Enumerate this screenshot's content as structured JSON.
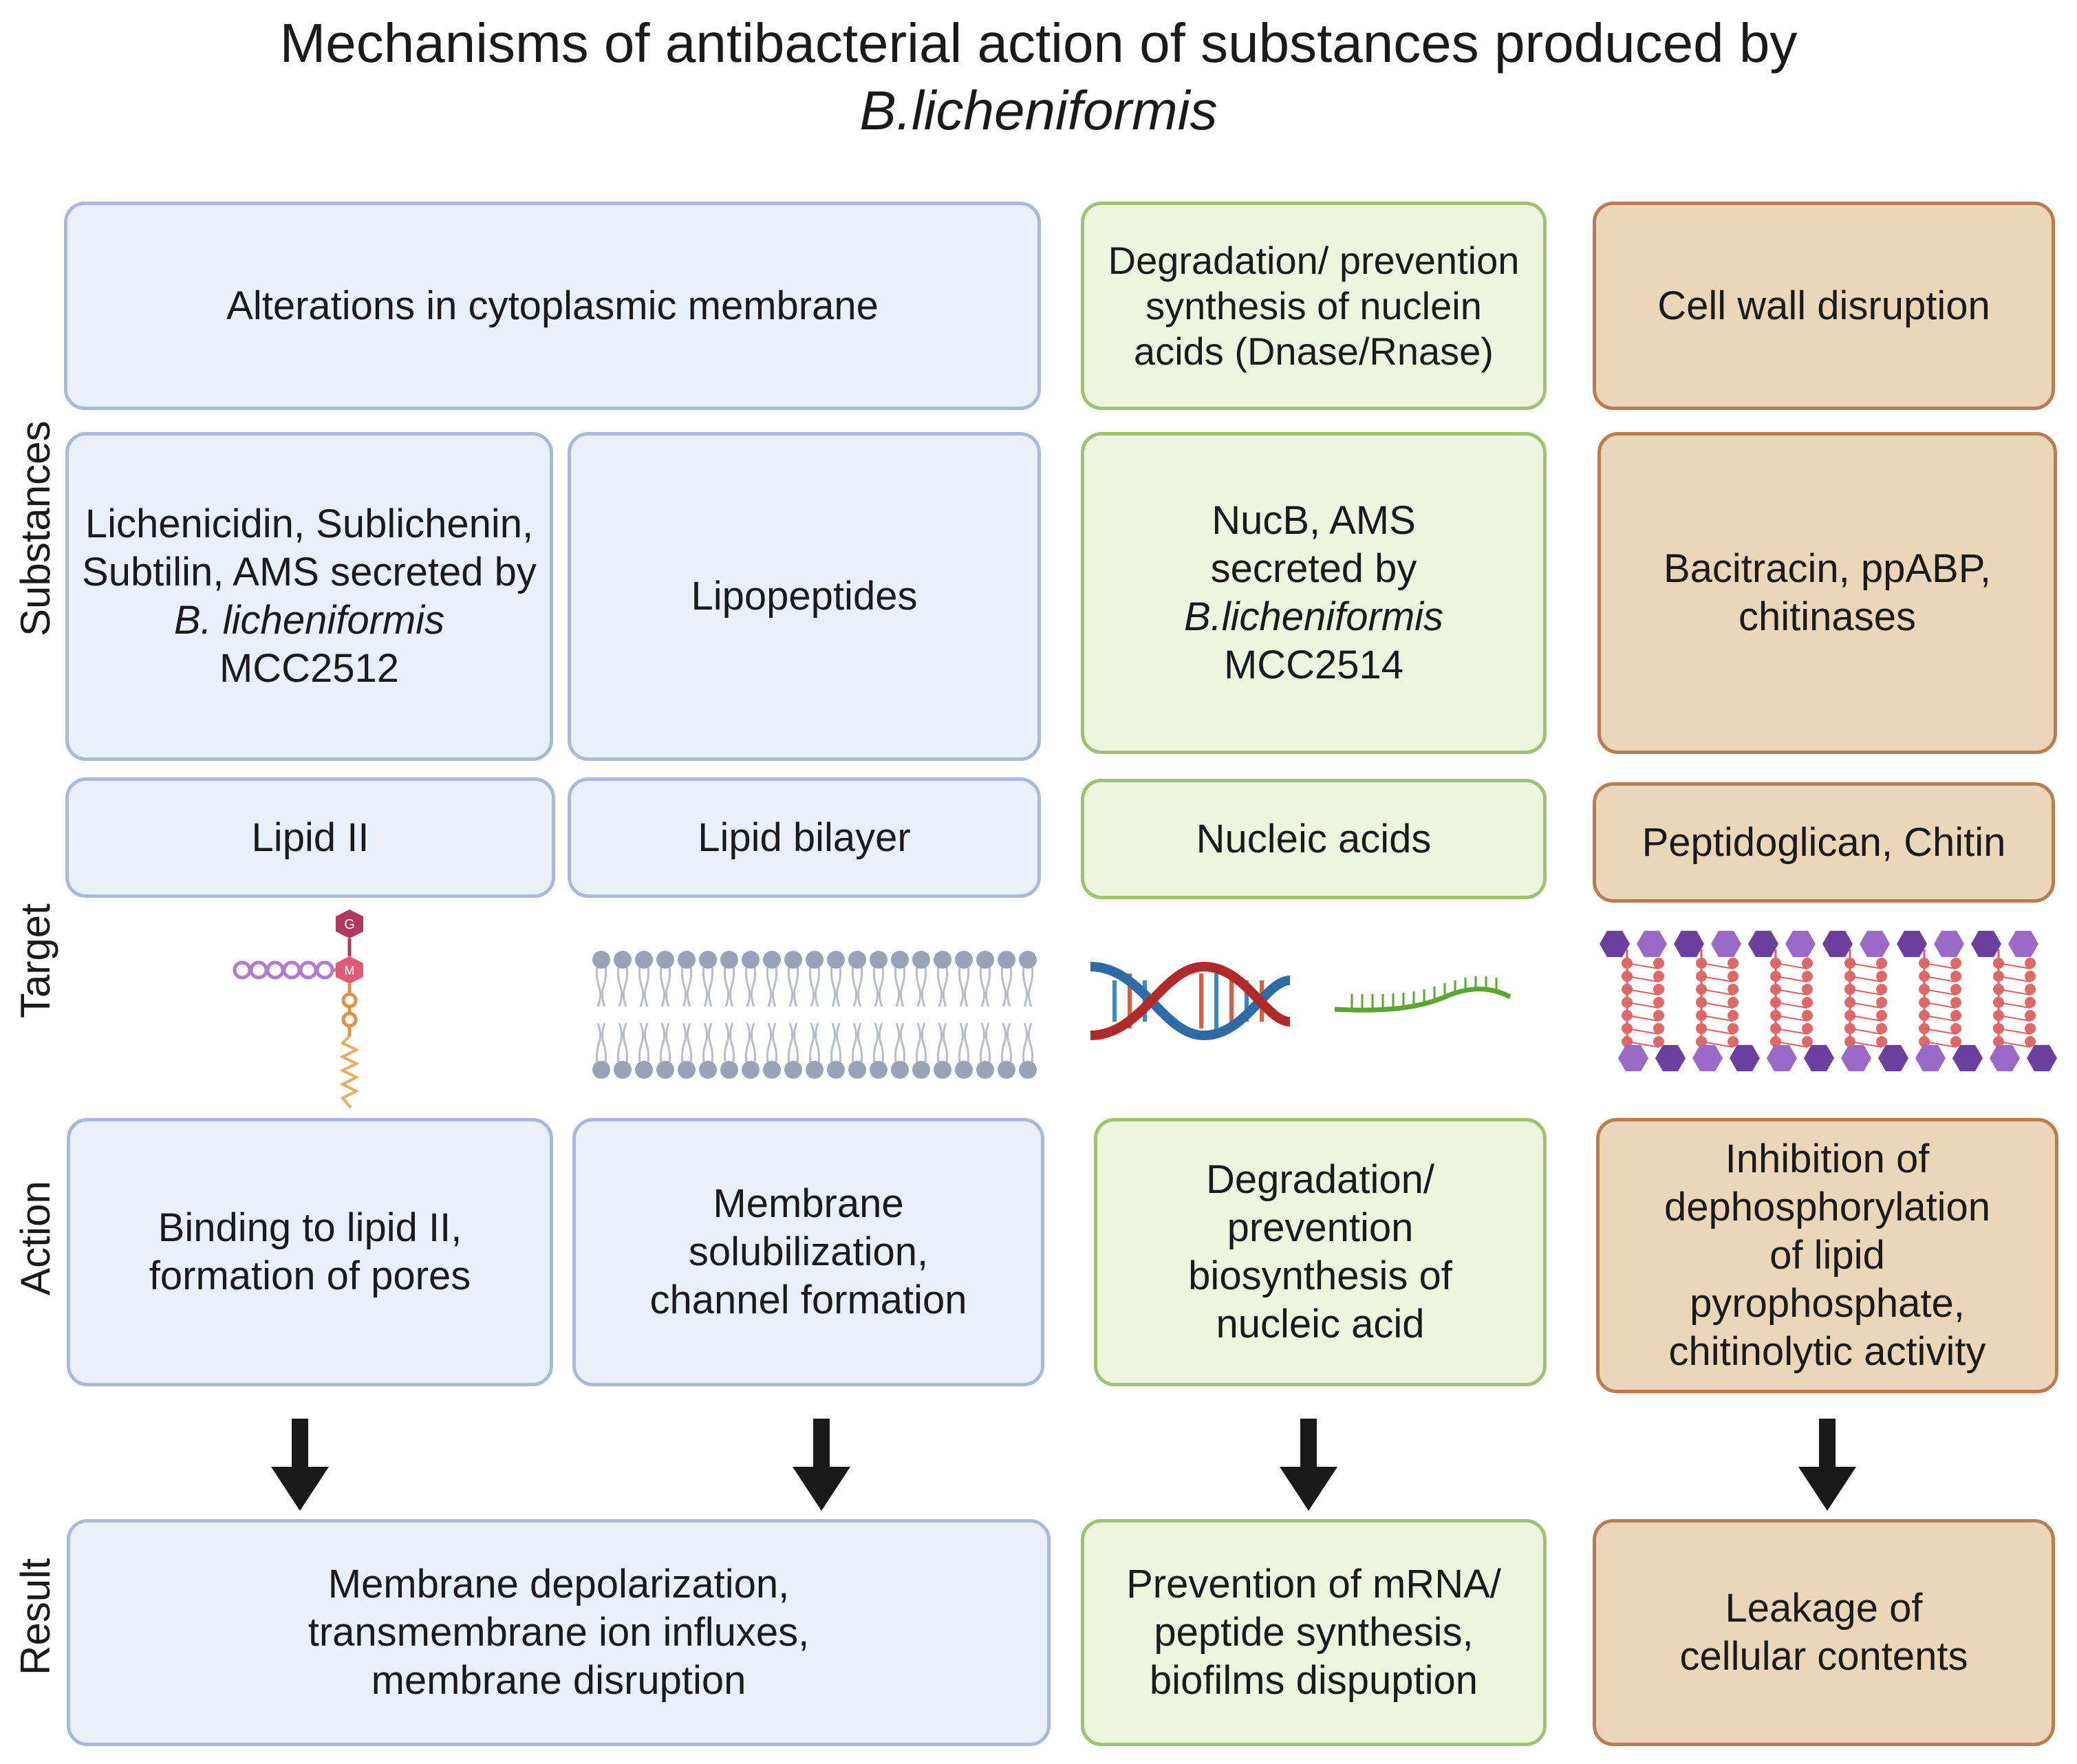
{
  "title": {
    "line1": "Mechanisms of antibacterial action of substances produced by",
    "line2": "B.licheniformis"
  },
  "row_labels": {
    "substances": "Substances",
    "target": "Target",
    "action": "Action",
    "result": "Result"
  },
  "categories": {
    "membrane": "Alterations in cytoplasmic membrane",
    "nucleic": "Degradation/ prevention synthesis of nuclein acids (Dnase/Rnase)",
    "cellwall": "Cell wall disruption"
  },
  "substances": {
    "col1_part1": "Lichenicidin, Sublichenin, Subtilin, AMS secreted by",
    "col1_italic": "B. licheniformis",
    "col1_part2": "MCC2512",
    "col2": "Lipopeptides",
    "col3_part1": "NucB, AMS secreted by",
    "col3_italic": "B.licheniformis",
    "col3_part2": "MCC2514",
    "col4": "Bacitracin, ppABP, chitinases"
  },
  "targets": {
    "col1": "Lipid II",
    "col2": "Lipid bilayer",
    "col3": "Nucleic acids",
    "col4": "Peptidoglican, Chitin",
    "lipid2_g": "G",
    "lipid2_m": "M"
  },
  "actions": {
    "col1": "Binding to lipid II, formation of pores",
    "col2": "Membrane solubilization, channel formation",
    "col3": "Degradation/ prevention biosynthesis of nucleic acid",
    "col4": "Inhibition of dephosphorylation of lipid pyrophosphate, chitinolytic activity"
  },
  "results": {
    "membrane": "Membrane depolarization, transmembrane ion influxes, membrane disruption",
    "nucleic": "Prevention of mRNA/ peptide synthesis, biofilms dispuption",
    "cellwall": "Leakage of cellular contents"
  },
  "colors": {
    "blue_fill": "#eaf0fa",
    "blue_border": "#a9b8db",
    "green_fill": "#eef5df",
    "green_border": "#9ec270",
    "tan_fill": "#ecd6b9",
    "tan_border": "#b87e51",
    "arrow": "#1a1a1a"
  }
}
